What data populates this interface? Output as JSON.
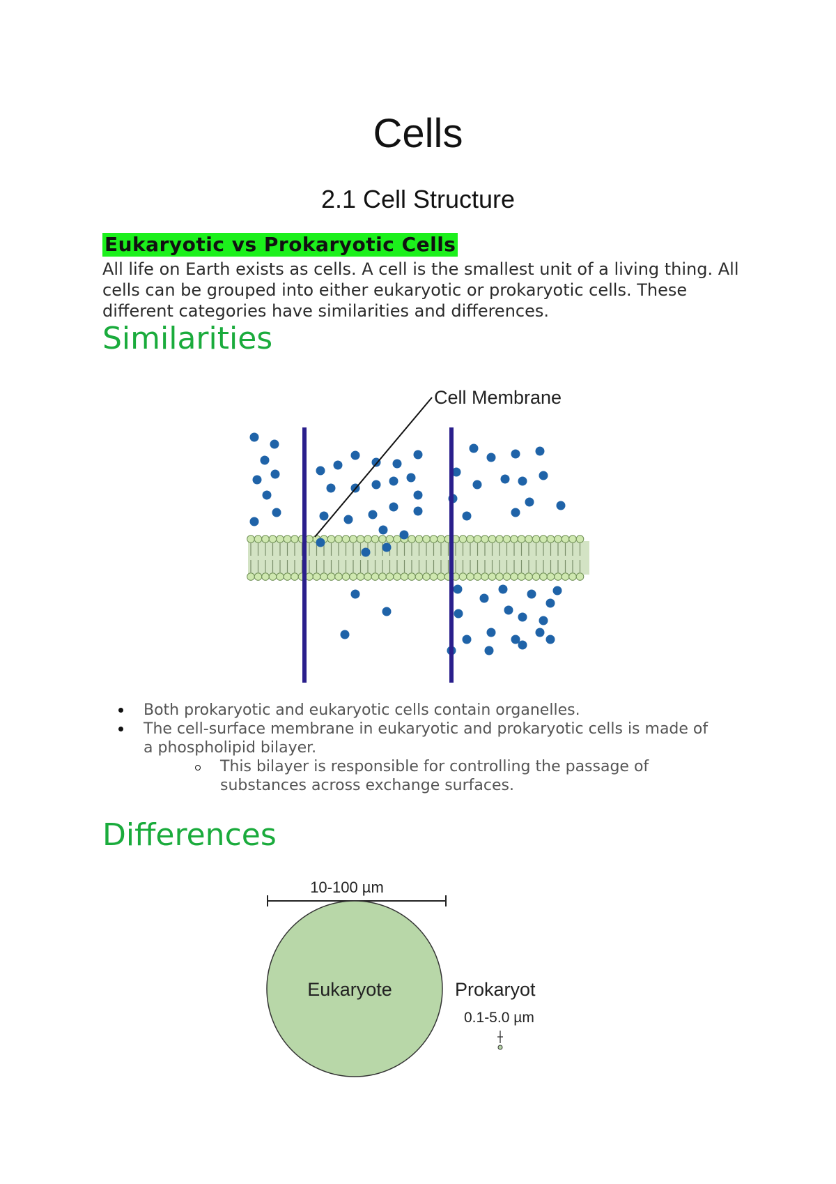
{
  "document": {
    "title": "Cells",
    "subtitle": "2.1 Cell Structure"
  },
  "section1": {
    "heading": "Eukaryotic vs Prokaryotic Cells",
    "intro": "All life on Earth exists as cells. A cell is the smallest unit of a living thing. All cells can be grouped into either eukaryotic or prokaryotic cells. These different categories have similarities and differences."
  },
  "similarities": {
    "heading": "Similarities",
    "figure_label": "Cell Membrane",
    "bullets": [
      "Both prokaryotic and eukaryotic cells contain organelles.",
      "The cell-surface membrane in eukaryotic and prokaryotic cells is made of a phospholipid bilayer."
    ],
    "sub_bullets": [
      "This bilayer is responsible for controlling the passage of substances across exchange surfaces."
    ]
  },
  "differences": {
    "heading": "Differences",
    "figure": {
      "eukaryote_size": "10-100 µm",
      "eukaryote_label": "Eukaryote",
      "prokaryote_label": "Prokaryot",
      "prokaryote_size": "0.1-5.0 µm"
    }
  },
  "colors": {
    "heading_green": "#1aab3c",
    "highlight": "#1cf01c",
    "molecule_blue": "#1f63a8",
    "barrier_navy": "#2a1f8c",
    "cell_green": "#b8d7a8"
  }
}
